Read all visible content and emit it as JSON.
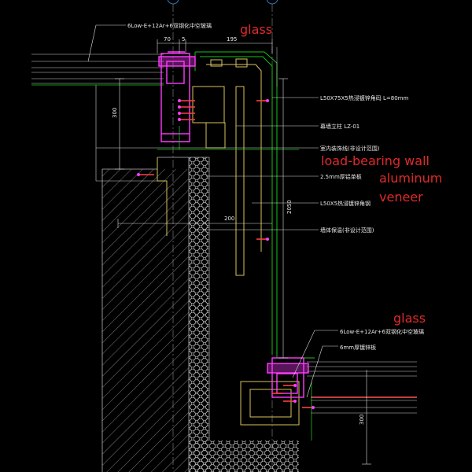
{
  "dimensions": {
    "d70": "70",
    "d5": "5",
    "d195": "195",
    "d300_left": "300",
    "d200": "200",
    "d2050": "2050",
    "d300_right": "300"
  },
  "labels": {
    "glass_spec_top": "6Low-E+12Ar+6双钢化中空玻璃",
    "angle_steel": "L50X75X5热浸镀锌角码 L=80mm",
    "column": "幕墙立柱 LZ-01",
    "seal_line": "室内装饰线(非设计范围)",
    "plate": "2.5mm厚铝单板",
    "angle_steel_2": "L50X5热浸镀锌角钢",
    "wall_insulation": "墙体保温(非设计范围)",
    "glass_spec_bottom": "6Low-E+12Ar+6双钢化中空玻璃",
    "steel_plate": "6mm厚镀锌板"
  },
  "annotations": {
    "glass_top": "glass",
    "load_bearing_wall": "load-bearing wall",
    "aluminum": "aluminum",
    "veneer": "veneer",
    "glass_bottom": "glass"
  },
  "colors": {
    "background": "#000000",
    "magenta": "#ff3cff",
    "green": "#19c019",
    "yellow": "#d8c25a",
    "red": "#e02a2a",
    "white": "#e8e8e8"
  }
}
